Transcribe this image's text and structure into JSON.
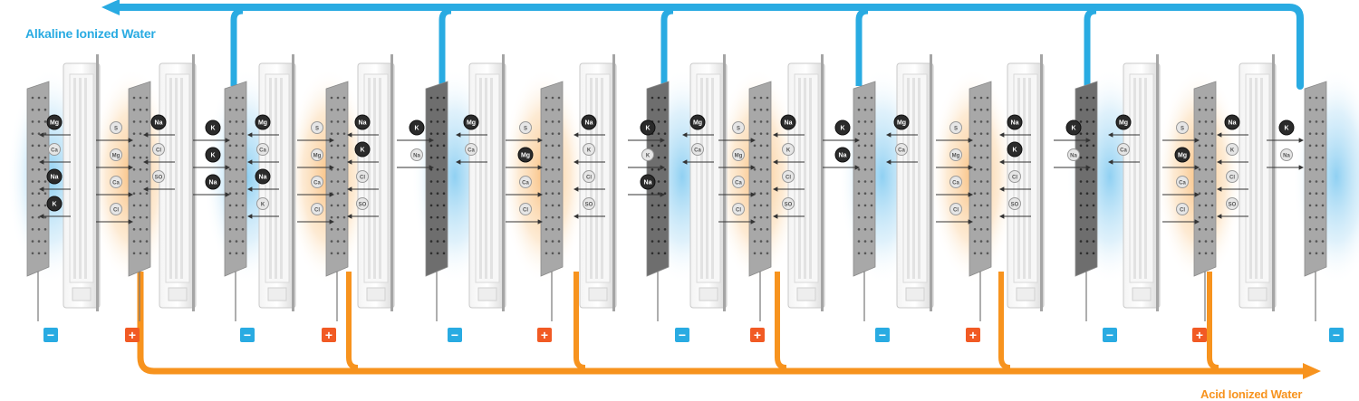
{
  "labels": {
    "alkaline": "Alkaline Ionized Water",
    "acid": "Acid Ionized Water"
  },
  "colors": {
    "alkaline": "#29abe2",
    "acid": "#f7931e",
    "negative_badge": "#29abe2",
    "positive_badge": "#f15a24"
  },
  "terminals": [
    "−",
    "+",
    "−",
    "+",
    "−",
    "+",
    "−",
    "+",
    "−",
    "+",
    "−",
    "+",
    "−"
  ],
  "ion_columns": [
    [
      "Mg",
      "Ca",
      "Na",
      "K"
    ],
    [
      "S",
      "Mg",
      "Ca",
      "Cl"
    ],
    [
      "Na",
      "Cl",
      "SO"
    ],
    [
      "K",
      "K",
      "Na"
    ],
    [
      "Mg",
      "Ca",
      "Na",
      "K"
    ],
    [
      "S",
      "Mg",
      "Ca",
      "Cl"
    ],
    [
      "Na",
      "K",
      "Cl",
      "SO"
    ],
    [
      "K",
      "Na"
    ],
    [
      "Mg",
      "Ca"
    ],
    [
      "S",
      "Mg",
      "Ca",
      "Cl"
    ],
    [
      "Na",
      "K",
      "Cl",
      "SO"
    ],
    [
      "K",
      "K",
      "Na"
    ],
    [
      "Mg",
      "Ca"
    ],
    [
      "S",
      "Mg",
      "Ca",
      "Cl"
    ],
    [
      "Na",
      "K",
      "Cl",
      "SO"
    ],
    [
      "K",
      "Na"
    ],
    [
      "Mg",
      "Ca"
    ],
    [
      "S",
      "Mg",
      "Ca",
      "Cl"
    ],
    [
      "Na",
      "K",
      "Cl",
      "SO"
    ],
    [
      "K",
      "Na"
    ],
    [
      "Mg",
      "Ca"
    ],
    [
      "S",
      "Mg",
      "Ca",
      "Cl"
    ],
    [
      "Na",
      "K",
      "Cl",
      "SO"
    ],
    [
      "K",
      "Na"
    ]
  ]
}
